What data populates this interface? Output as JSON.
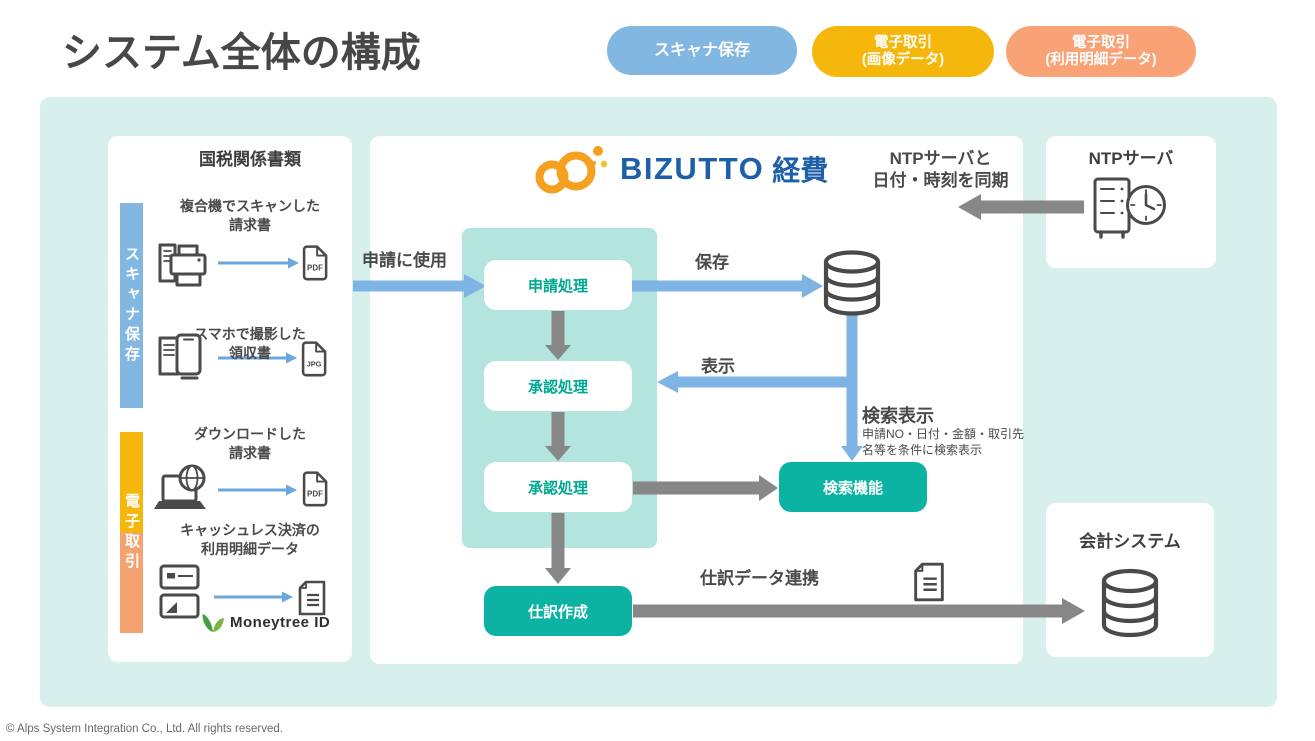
{
  "page": {
    "title": "システム全体の構成",
    "footer": "© Alps System Integration Co., Ltd. All rights reserved."
  },
  "legend": [
    {
      "line1": "スキャナ保存",
      "line2": "",
      "color": "#82b7e2"
    },
    {
      "line1": "電子取引",
      "line2": "(画像データ)",
      "color": "#f5b70b"
    },
    {
      "line1": "電子取引",
      "line2": "(利用明細データ)",
      "color": "#f8a276"
    }
  ],
  "documents_panel": {
    "title": "国税関係書類",
    "scanner_bar": "スキャナ保存",
    "electronic_bar": "電子取引",
    "items": [
      {
        "line1": "複合機でスキャンした",
        "line2": "請求書",
        "file_badge": "PDF"
      },
      {
        "line1": "スマホで撮影した",
        "line2": "領収書",
        "file_badge": "JPG"
      },
      {
        "line1": "ダウンロードした",
        "line2": "請求書",
        "file_badge": "PDF"
      },
      {
        "line1": "キャッシュレス決済の",
        "line2": "利用明細データ",
        "file_badge": ""
      }
    ],
    "moneytree": "Moneytree ID"
  },
  "bizutto_panel": {
    "brand": "BIZUTTO",
    "brand_suffix": "経費",
    "ntp_sync_line1": "NTPサーバと",
    "ntp_sync_line2": "日付・時刻を同期",
    "buttons": {
      "apply": "申請処理",
      "approve_1": "承認処理",
      "approve_2": "承認処理",
      "journal": "仕訳作成",
      "search": "検索機能"
    },
    "labels": {
      "use_for_application": "申請に使用",
      "save": "保存",
      "display": "表示",
      "search_display": "検索表示",
      "search_note_line1": "申請NO・日付・金額・取引先",
      "search_note_line2": "名等を条件に検索表示",
      "journal_data_link": "仕訳データ連携"
    }
  },
  "ntp_server_box": {
    "title": "NTPサーバ"
  },
  "accounting_box": {
    "title": "会計システム"
  },
  "colors": {
    "background_panel": "#d7f0ec",
    "inner_flow_panel": "#b3e5de",
    "teal_button": "#0db3a2",
    "teal_button_text": "#00a792",
    "blue_arrow": "#7db4e4",
    "gray_arrow": "#878787",
    "legend_blue": "#82b7e2",
    "legend_gold": "#f5b70b",
    "legend_orange": "#f8a276",
    "brand_blue": "#1d5fa9",
    "brand_orange": "#f5a01f",
    "moneytree_green": "#43a047"
  },
  "icons": {
    "copier": "multifunction-printer-with-receipt",
    "smartphone": "smartphone-with-receipt",
    "laptop_globe": "laptop-with-globe",
    "credit_cards": "two-credit-cards",
    "pdf_file": "file-page-labeled-PDF",
    "jpg_file": "file-page-labeled-JPG",
    "document": "document-with-lines",
    "database": "database-cylinder",
    "ntp_server": "server-rack-with-clock",
    "moneytree_leaf": "green-sprout-leaves",
    "bizutto_mark": "orange-infinity-cloud"
  }
}
